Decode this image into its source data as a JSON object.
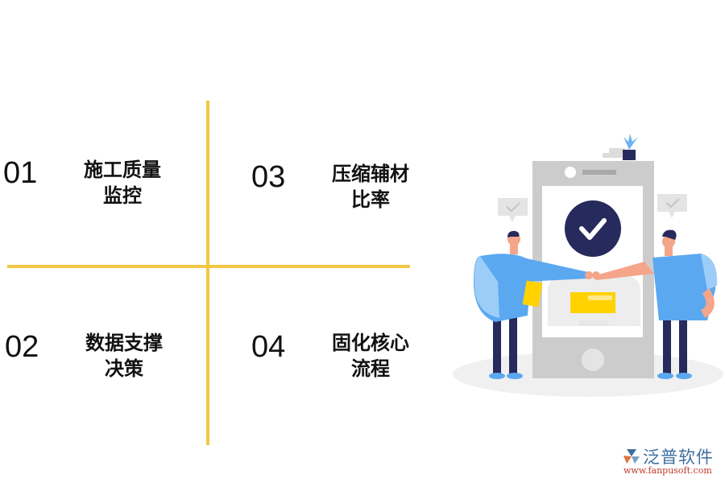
{
  "quadrants": [
    {
      "number": "01",
      "line1": "施工质量",
      "line2": "监控"
    },
    {
      "number": "02",
      "line1": "数据支撑",
      "line2": "决策"
    },
    {
      "number": "03",
      "line1": "压缩辅材",
      "line2": "比率"
    },
    {
      "number": "04",
      "line1": "固化核心",
      "line2": "流程"
    }
  ],
  "illustration": {
    "icon": "check-circle-icon",
    "description": "two-people-fist-bump-phone"
  },
  "logo": {
    "name": "泛普软件",
    "url": "www.fanpusoft.com"
  },
  "colors": {
    "divider": "#f2c744",
    "check_circle": "#262a5c",
    "shirt": "#5aa8f0",
    "accent_yellow": "#ffd200"
  }
}
